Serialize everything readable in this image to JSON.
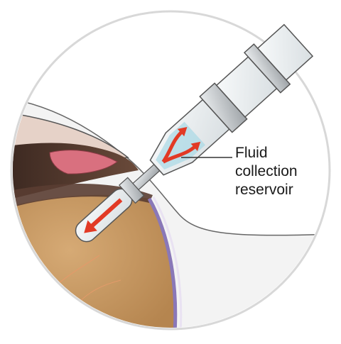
{
  "figure": {
    "callout": {
      "lines": [
        "Fluid",
        "collection",
        "reservoir"
      ]
    },
    "colors": {
      "background": "#ffffff",
      "circle_border": "#d8d8d8",
      "tissue": "#c99a66",
      "vitreous_shadow": "#6b4a3a",
      "sclera_band": "#8a78b8",
      "eyelid_skin": "#e6d2c8",
      "conjunctiva_pink": "#d9707f",
      "device_gray": "#bfc3c6",
      "device_clear": "#e9eef0",
      "fluid": "#a8d8e6",
      "arrow_red": "#e23a25",
      "leader_line": "#333333"
    },
    "icons": [
      "eye-cross-section",
      "syringe-device",
      "flow-arrow",
      "needle-tip-chamber"
    ]
  }
}
